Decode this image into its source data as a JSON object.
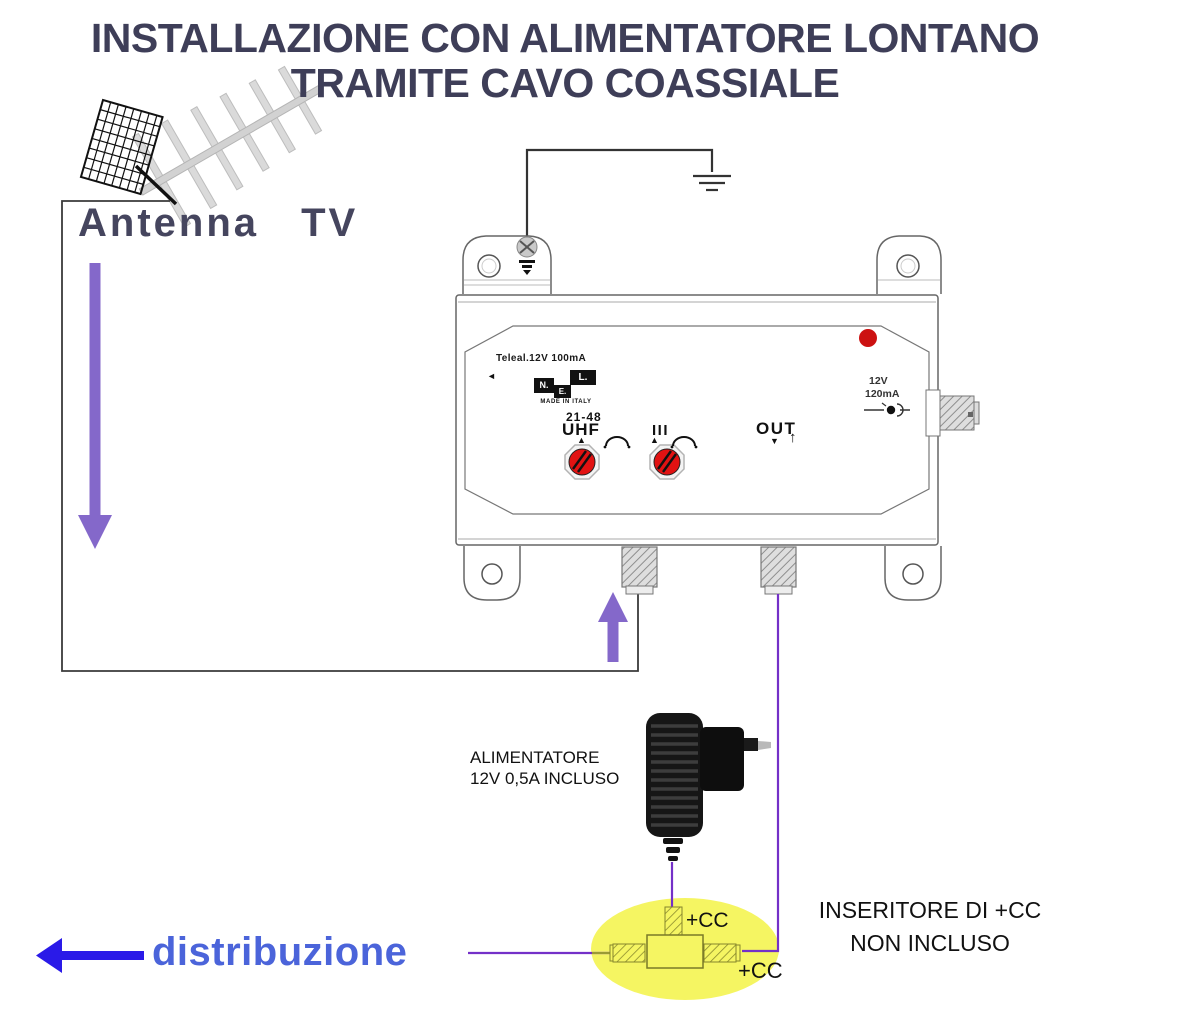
{
  "title": {
    "line1": "INSTALLAZIONE CON ALIMENTATORE LONTANO",
    "line2": "TRAMITE CAVO COASSIALE"
  },
  "labels": {
    "antenna": "Antenna TV",
    "distribution": "distribuzione",
    "power_supply_line1": "ALIMENTATORE",
    "power_supply_line2": "12V 0,5A INCLUSO",
    "inserter_line1": "INSERITORE DI +CC",
    "inserter_line2": "NON INCLUSO",
    "cc_top": "+CC",
    "cc_bottom": "+CC"
  },
  "amplifier": {
    "model": "Teleal.12V 100mA",
    "brand_n": "N.",
    "brand_e": "E.",
    "brand_l": "L.",
    "made_in": "MADE IN ITALY",
    "uhf_range": "21-48",
    "uhf": "UHF",
    "band3": "III",
    "out": "OUT",
    "dc_voltage": "12V",
    "dc_current": "120mA"
  },
  "glyphs": {
    "triangle_up": "▲",
    "triangle_down": "▼",
    "triangle_left": "◄",
    "arrow_up": "↑"
  },
  "colors": {
    "title_text": "#3e3e58",
    "antenna_text": "#45455e",
    "distribution_text": "#4b64da",
    "purple_arrow": "#8468ca",
    "purple_cable": "#7430c8",
    "blue_arrow": "#2a1ae8",
    "yellow_highlight": "#f5f562",
    "led_red": "#cc1111",
    "knob_red": "#e11212"
  }
}
